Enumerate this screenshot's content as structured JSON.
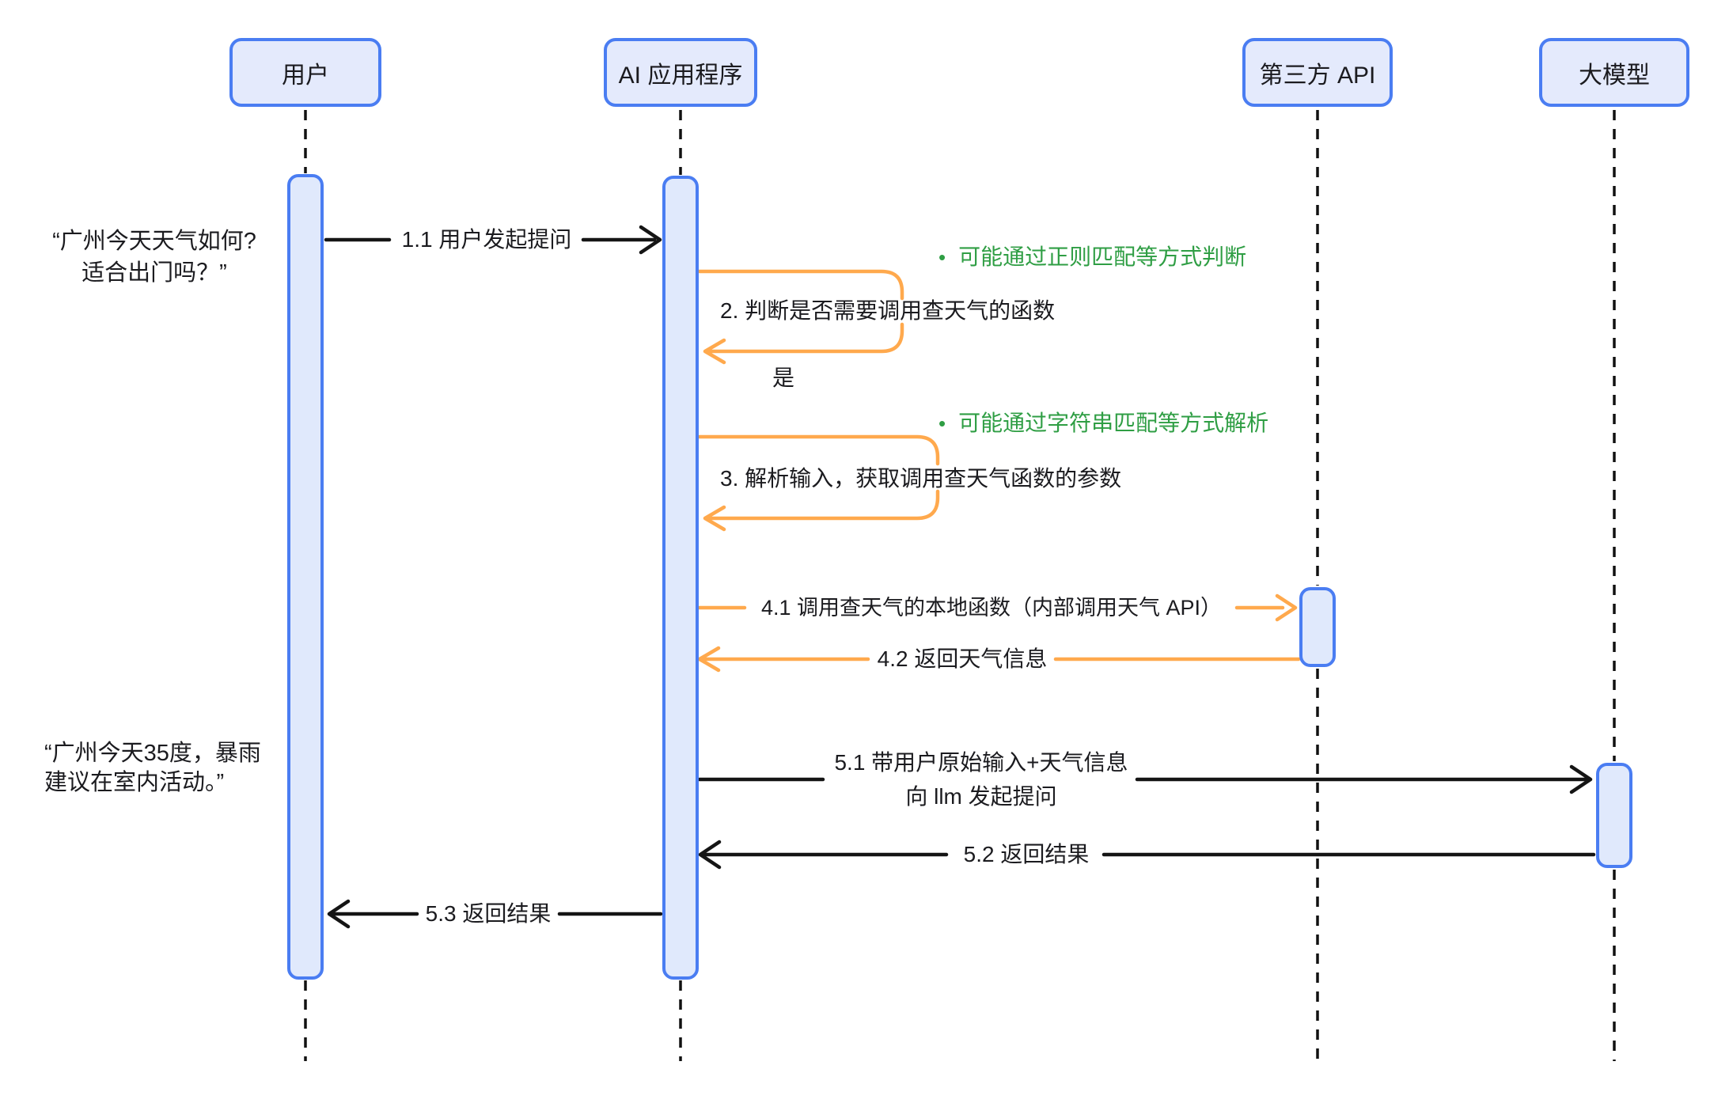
{
  "actors": {
    "user": "用户",
    "ai_app": "AI 应用程序",
    "third_party_api": "第三方 API",
    "llm": "大模型"
  },
  "user_quotes": {
    "question_line1": "“广州今天天气如何?",
    "question_line2": "适合出门吗？”",
    "answer_line1": "“广州今天35度，暴雨",
    "answer_line2": "建议在室内活动。”"
  },
  "messages": {
    "m1_1": "1.1 用户发起提问",
    "m2": "2. 判断是否需要调用查天气的函数",
    "m2_result": "是",
    "m3": "3. 解析输入，获取调用查天气函数的参数",
    "m4_1": "4.1 调用查天气的本地函数（内部调用天气 API）",
    "m4_2": "4.2 返回天气信息",
    "m5_1_line1": "5.1 带用户原始输入+天气信息",
    "m5_1_line2": "向 llm 发起提问",
    "m5_2": "5.2 返回结果",
    "m5_3": "5.3 返回结果"
  },
  "notes": {
    "bullet": "•",
    "note_regex": "可能通过正则匹配等方式判断",
    "note_string_match": "可能通过字符串匹配等方式解析"
  },
  "colors": {
    "accent_blue": "#4a7df2",
    "box_fill": "#e4eafc",
    "arrow_black": "#151515",
    "orange": "#ffa94d",
    "green": "#2f9e44",
    "text": "#1b1b1f"
  }
}
